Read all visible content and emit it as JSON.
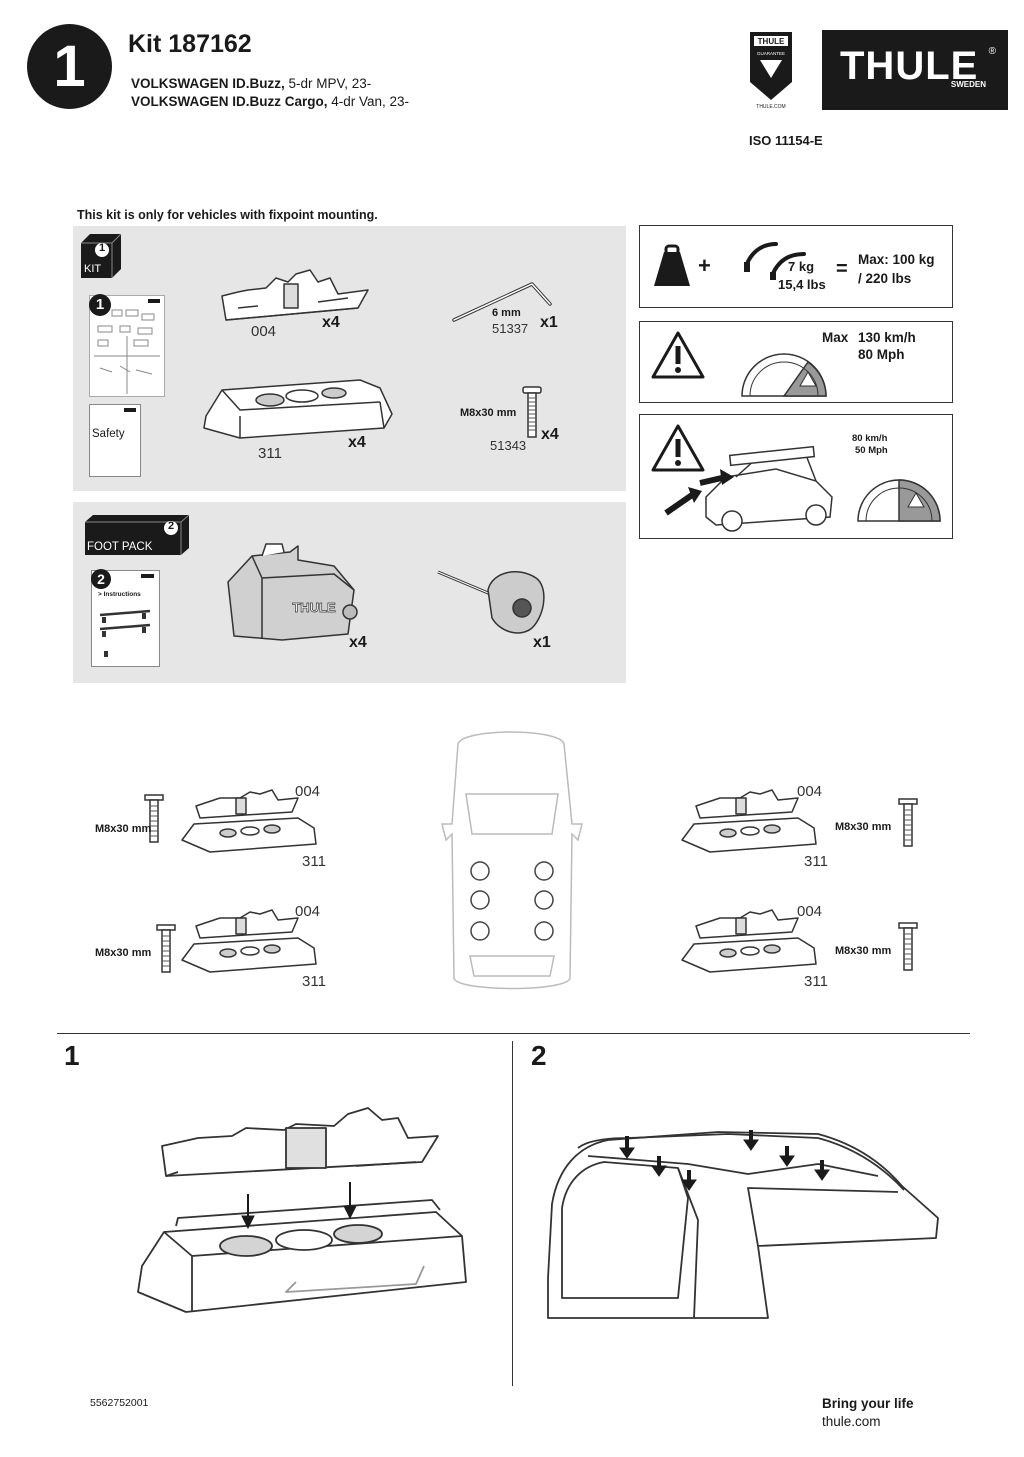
{
  "header": {
    "step_number": "1",
    "kit_title": "Kit 187162",
    "vehicles": [
      {
        "model": "VOLKSWAGEN ID.Buzz,",
        "detail": " 5-dr MPV, 23-"
      },
      {
        "model": "VOLKSWAGEN ID.Buzz Cargo,",
        "detail": " 4-dr Van, 23-"
      }
    ],
    "guarantee": {
      "brand": "THULE",
      "label": "GUARANTEE",
      "url": "THULE.COM"
    },
    "logo": {
      "word": "THULE",
      "sub": "SWEDEN",
      "reg": "®"
    },
    "iso": "ISO 11154-E"
  },
  "note": "This kit is only for vehicles with fixpoint mounting.",
  "kit_panel": {
    "badge_number": "1",
    "badge_label": "KIT",
    "instr_number": "1",
    "safety_label": "Safety",
    "parts": [
      {
        "code": "004",
        "qty": "x4"
      },
      {
        "code": "311",
        "qty": "x4"
      },
      {
        "code": "51337",
        "size": "6 mm",
        "qty": "x1"
      },
      {
        "code": "51343",
        "size": "M8x30 mm",
        "qty": "x4"
      }
    ]
  },
  "foot_panel": {
    "badge_number": "2",
    "badge_label": "FOOT PACK",
    "instr_number": "2",
    "instr_label": "> Instructions",
    "parts": [
      {
        "qty": "x4"
      },
      {
        "qty": "x1"
      }
    ],
    "foot_brand": "THULE"
  },
  "warnings": {
    "load": {
      "weight": "7 kg",
      "weight_lbs": "15,4 lbs",
      "equals": "=",
      "plus": "+",
      "max": "Max: 100 kg",
      "max_lbs": "/ 220 lbs"
    },
    "speed": {
      "prefix": "Max",
      "kmh": "130 km/h",
      "mph": "80 Mph"
    },
    "load_speed": {
      "kmh": "80 km/h",
      "mph": "50 Mph"
    }
  },
  "layout_diagram": {
    "positions": [
      {
        "part": "004",
        "base": "311",
        "screw": "M8x30 mm"
      },
      {
        "part": "004",
        "base": "311",
        "screw": "M8x30 mm"
      },
      {
        "part": "004",
        "base": "311",
        "screw": "M8x30 mm"
      },
      {
        "part": "004",
        "base": "311",
        "screw": "M8x30 mm"
      }
    ]
  },
  "steps": [
    {
      "number": "1"
    },
    {
      "number": "2"
    }
  ],
  "footer": {
    "code": "5562752001",
    "tagline": "Bring your life",
    "site": "thule.com"
  }
}
